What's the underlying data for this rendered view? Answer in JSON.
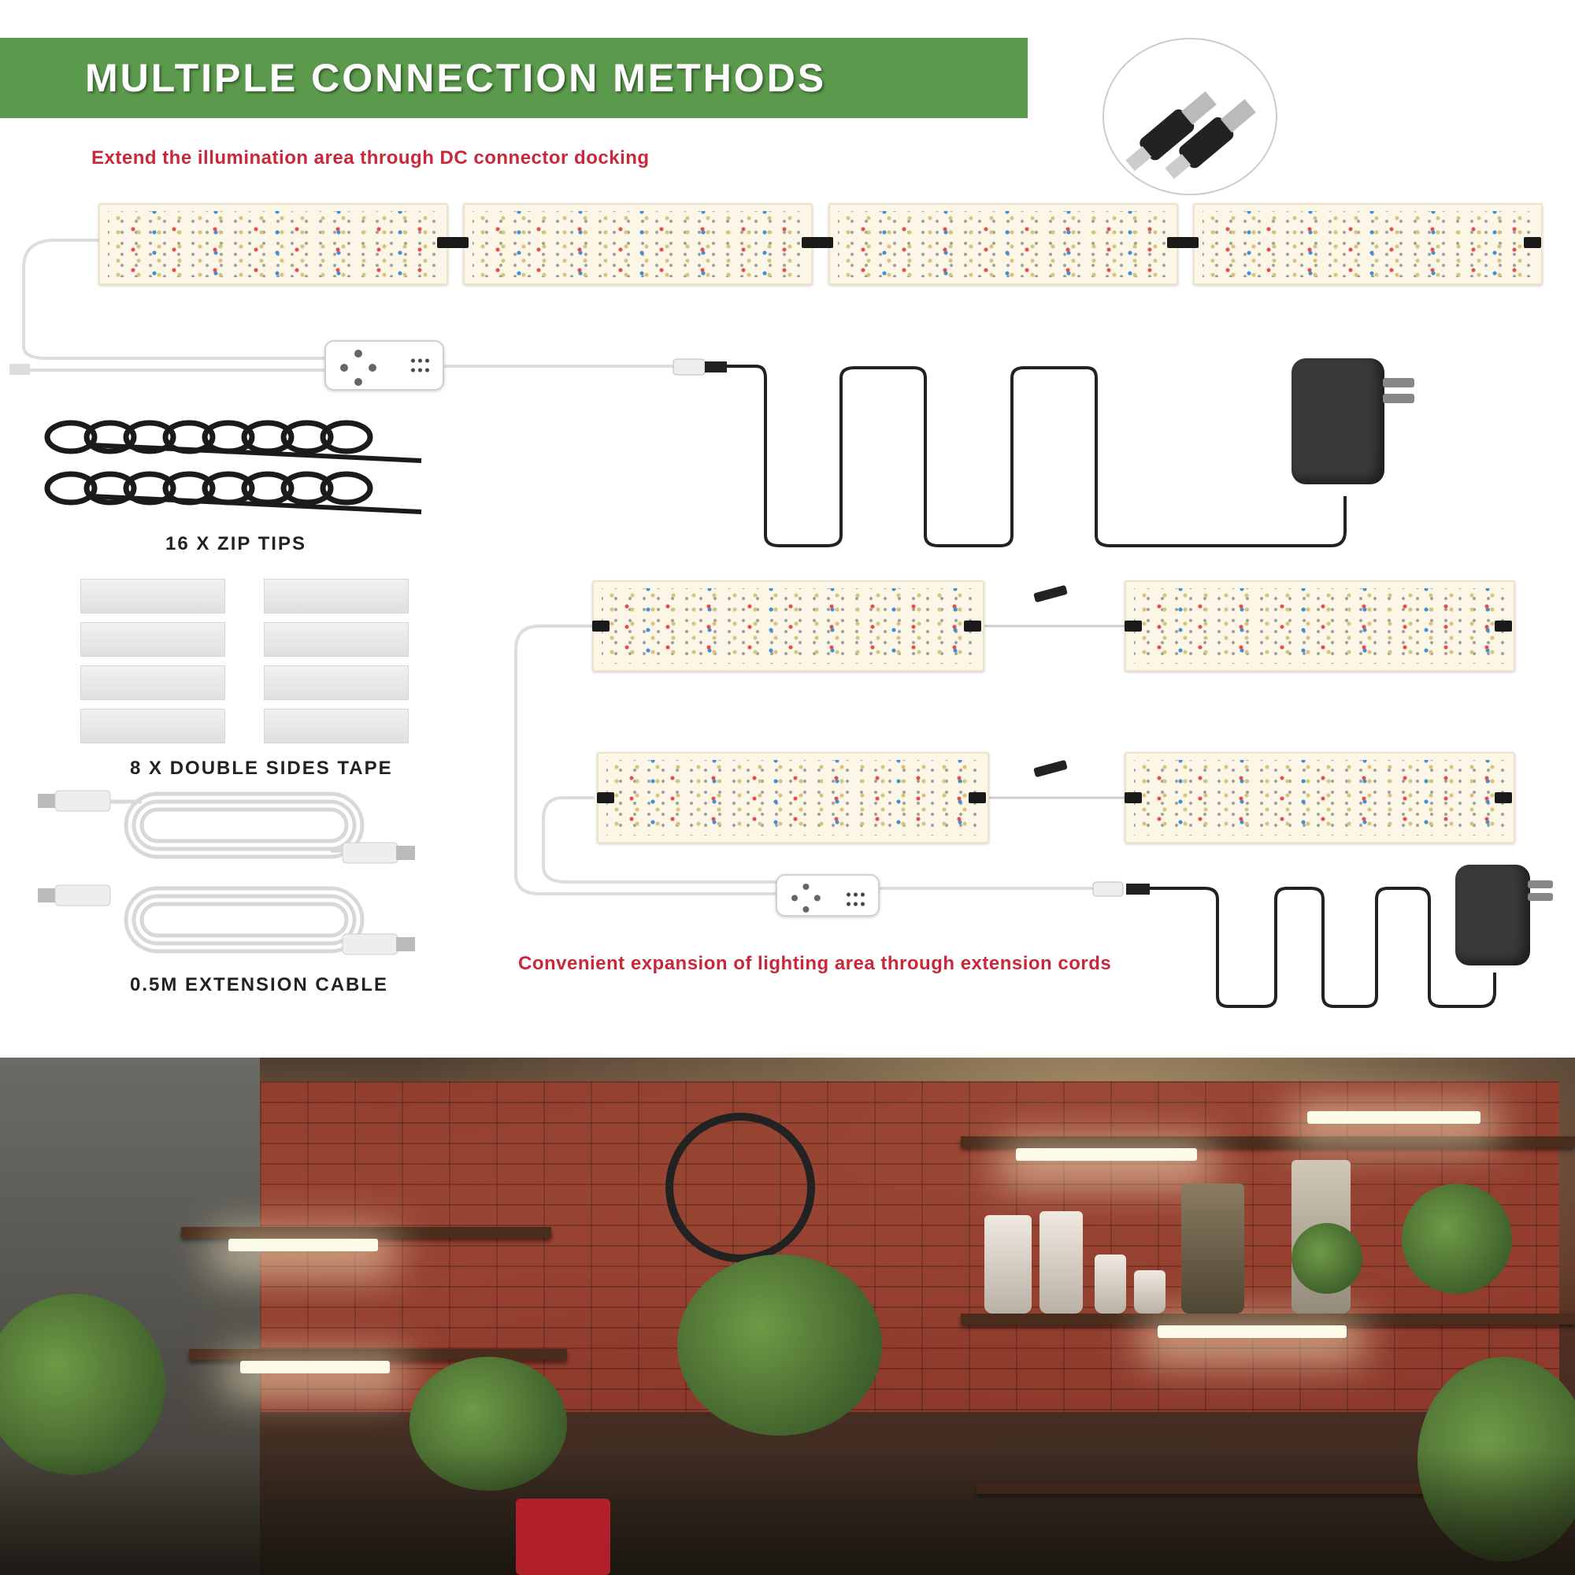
{
  "header": {
    "title": "MULTIPLE CONNECTION METHODS"
  },
  "captions": {
    "dc_docking": "Extend the illumination area through DC connector docking",
    "extension": "Convenient expansion of lighting area through extension cords"
  },
  "accessories": {
    "zip_ties": "16 X ZIP TIPS",
    "tape": "8 X DOUBLE SIDES TAPE",
    "cable": "0.5M EXTENSION CABLE"
  },
  "colors": {
    "banner": "#5b9a4c",
    "caption_red": "#c8283a"
  }
}
